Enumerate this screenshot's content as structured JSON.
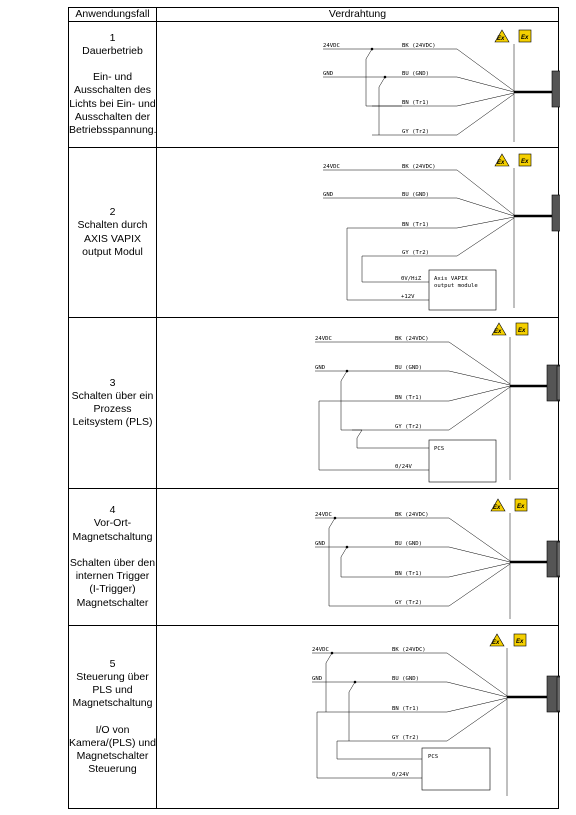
{
  "headers": {
    "col1": "Anwendungsfall",
    "col2": "Verdrahtung"
  },
  "ex_mark": "Ex",
  "rows": [
    {
      "number": "1",
      "title": "Dauerbetrieb",
      "description": "Ein- und\nAusschalten des\nLichts bei Ein- und\nAusschalten der\nBetriebsspannung.",
      "labels": {
        "v24": "24VDC",
        "gnd": "GND",
        "bk": "BK (24VDC)",
        "bu": "BU (GND)",
        "bn": "BN (Tr1)",
        "gy": "GY (Tr2)"
      }
    },
    {
      "number": "2",
      "title": "Schalten durch\nAXIS VAPIX\noutput Modul",
      "description": "",
      "labels": {
        "v24": "24VDC",
        "gnd": "GND",
        "bk": "BK (24VDC)",
        "bu": "BU (GND)",
        "bn": "BN (Tr1)",
        "gy": "GY (Tr2)",
        "ovhiz": "0V/HiZ",
        "p12": "+12V",
        "box1": "Axis VAPIX",
        "box2": "output module"
      }
    },
    {
      "number": "3",
      "title": "Schalten über ein\nProzess\nLeitsystem (PLS)",
      "description": "",
      "labels": {
        "v24": "24VDC",
        "gnd": "GND",
        "bk": "BK (24VDC)",
        "bu": "BU (GND)",
        "bn": "BN (Tr1)",
        "gy": "GY (Tr2)",
        "box": "PCS",
        "v0_24": "0/24V"
      }
    },
    {
      "number": "4",
      "title": "Vor-Ort-\nMagnetschaltung",
      "description": "Schalten über den\ninternen Trigger\n(I-Trigger)\nMagnetschalter",
      "labels": {
        "v24": "24VDC",
        "gnd": "GND",
        "bk": "BK (24VDC)",
        "bu": "BU (GND)",
        "bn": "BN (Tr1)",
        "gy": "GY (Tr2)"
      }
    },
    {
      "number": "5",
      "title": "Steuerung über\nPLS und\nMagnetschaltung",
      "description": "I/O von\nKamera/(PLS) und\nMagnetschalter\nSteuerung",
      "labels": {
        "v24": "24VDC",
        "gnd": "GND",
        "bk": "BK (24VDC)",
        "bu": "BU (GND)",
        "bn": "BN (Tr1)",
        "gy": "GY (Tr2)",
        "box": "PCS",
        "v0_24": "0/24V"
      }
    }
  ]
}
